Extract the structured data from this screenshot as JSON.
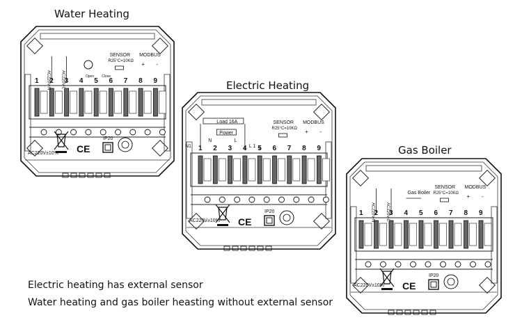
{
  "panels": [
    {
      "id": "water",
      "title": "Water Heating",
      "terminals": [
        "1",
        "2",
        "3",
        "4",
        "5",
        "6",
        "7",
        "8",
        "9"
      ],
      "labels": {
        "ac_n": "AC220V-N",
        "ac_l": "AC220V-L",
        "open": "Open",
        "close": "Close",
        "sensor": "SENSOR",
        "sensor_spec": "R25°C=10KΩ",
        "modbus": "MODBUS",
        "plus": "+",
        "minus": "-"
      },
      "power": "AC220V±10%",
      "ip": "IP20",
      "ce": "CE"
    },
    {
      "id": "electric",
      "title": "Electric Heating",
      "terminals": [
        "1",
        "2",
        "3",
        "4",
        "5",
        "6",
        "7",
        "8",
        "9"
      ],
      "labels": {
        "load": "Load 16A",
        "power_box": "Power",
        "n1": "N1",
        "n": "N",
        "l": "L",
        "l1": "L 1",
        "sensor": "SENSOR",
        "sensor_spec": "R25°C=10KΩ",
        "modbus": "MODBUS",
        "plus": "+",
        "minus": "-"
      },
      "power": "AC220V±10%",
      "ip": "IP20",
      "ce": "CE"
    },
    {
      "id": "gas",
      "title": "Gas Boiler",
      "terminals": [
        "1",
        "2",
        "3",
        "4",
        "5",
        "6",
        "7",
        "8",
        "9"
      ],
      "labels": {
        "ac_n": "AC220V-N",
        "ac_l": "AC220V-L",
        "gas": "Gas Boiler",
        "sensor": "SENSOR",
        "sensor_spec": "R25°C=10KΩ",
        "modbus": "MODBUS",
        "plus": "+",
        "minus": "-"
      },
      "power": "AC220V±10%",
      "ip": "IP20",
      "ce": "CE"
    }
  ],
  "notes": [
    "Electric heating has external sensor",
    "Water heating and gas boiler heasting without external sensor"
  ]
}
